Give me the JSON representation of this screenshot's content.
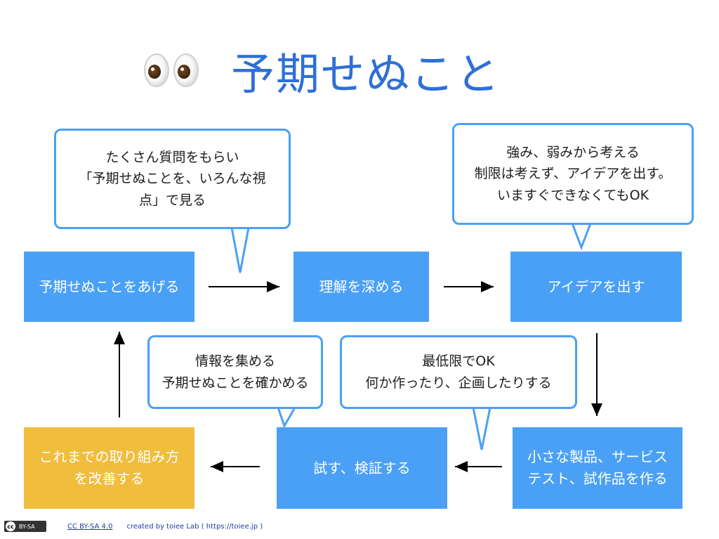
{
  "title": "予期せぬこと",
  "boxes": {
    "list_up": "予期せぬことをあげる",
    "understand": "理解を深める",
    "ideas": "アイデアを出す",
    "small_product_1": "小さな製品、サービス",
    "small_product_2": "テスト、試作品を作る",
    "verify": "試す、検証する",
    "improve_1": "これまでの取り組み方",
    "improve_2": "を改善する"
  },
  "callouts": {
    "questions_1": "たくさん質問をもらい",
    "questions_2": "「予期せぬことを、いろんな視",
    "questions_3": "点」で見る",
    "strengths_1": "強み、弱みから考える",
    "strengths_2": "制限は考えず、アイデアを出す。",
    "strengths_3": "いますぐできなくてもOK",
    "gather_1": "情報を集める",
    "gather_2": "予期せぬことを確かめる",
    "minimum_1": "最低限でOK",
    "minimum_2": "何か作ったり、企画したりする"
  },
  "footer": {
    "license_badge": "BY-SA",
    "license": "CC BY-SA 4.0",
    "credit": "created by toiee Lab ( https://toiee.jp )"
  },
  "colors": {
    "box_blue": "#4aa0f5",
    "box_yellow": "#f0bd3d",
    "title": "#2f6fd6",
    "callout_border": "#4aa0f5"
  },
  "icons": {
    "title_icon": "eyes-emoji-icon",
    "license_icon": "creative-commons-icon"
  }
}
